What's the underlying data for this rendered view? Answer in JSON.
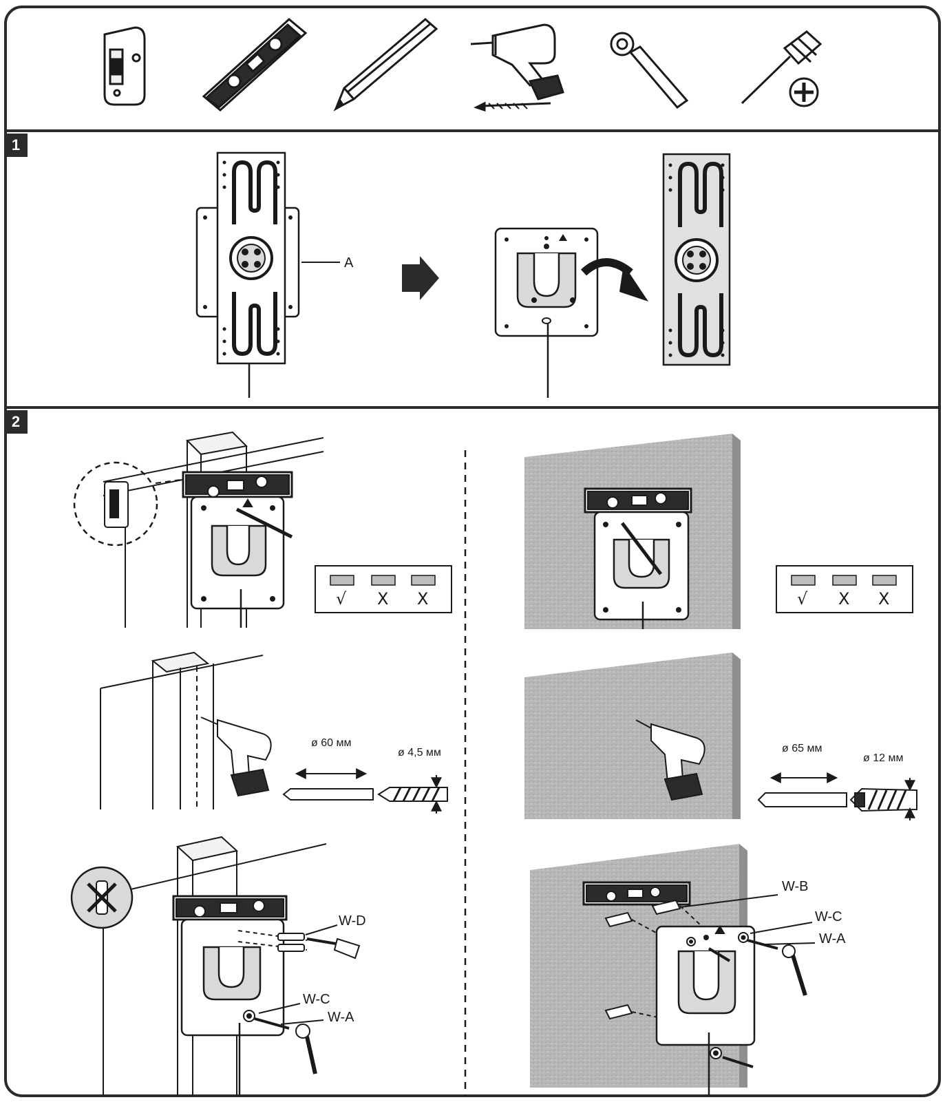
{
  "steps": [
    {
      "number": "1"
    },
    {
      "number": "2"
    }
  ],
  "tools": [
    "stud-finder",
    "spirit-level",
    "pencil",
    "drill-with-bit",
    "socket-wrench",
    "phillips-screwdriver"
  ],
  "step1": {
    "part_label": "A"
  },
  "step2": {
    "wood": {
      "level_marks": [
        "√",
        "X",
        "X"
      ],
      "hole_depth": "ø 60 мм",
      "bit_diameter": "ø 4,5 мм",
      "labels": {
        "wd": "W-D",
        "wc": "W-C",
        "wa": "W-A"
      }
    },
    "concrete": {
      "level_marks": [
        "√",
        "X",
        "X"
      ],
      "hole_depth": "ø 65 мм",
      "bit_diameter": "ø 12 мм",
      "labels": {
        "wb": "W-B",
        "wc": "W-C",
        "wa": "W-A"
      }
    }
  },
  "colors": {
    "frame": "#2b2b2b",
    "wall": "#b9b9b9",
    "plate_fill": "#ffffff",
    "plate_dark": "#d9d9d9"
  }
}
